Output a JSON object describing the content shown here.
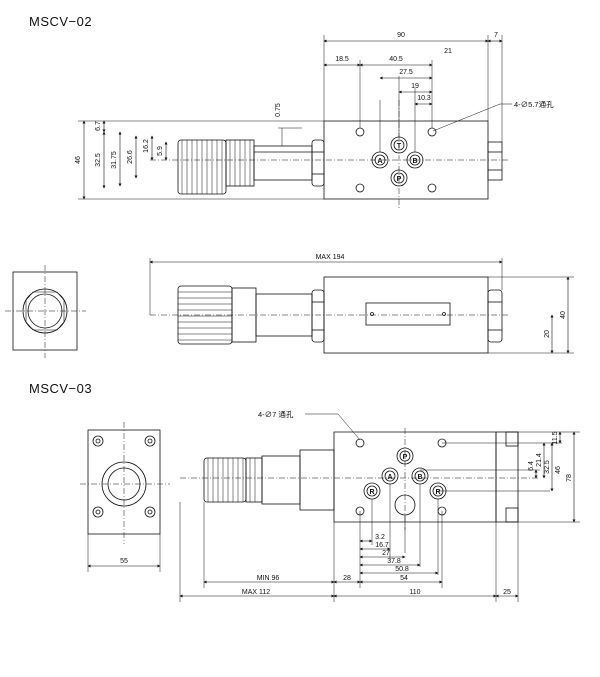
{
  "headings": {
    "mscv02": "MSCV−02",
    "mscv03": "MSCV−03"
  },
  "mscv02": {
    "top_dims": [
      "90",
      "7",
      "21",
      "18.5",
      "40.5",
      "27.5",
      "19",
      "10.3"
    ],
    "stem_dim": "0.75",
    "hole_note": "4-∅5.7通孔",
    "left_dims": [
      "46",
      "6.7",
      "32.5",
      "31.75",
      "26.6",
      "16.2",
      "5.9"
    ],
    "ports": [
      "T",
      "A",
      "B",
      "P"
    ],
    "max_length": "MAX 194",
    "right_dims": [
      "40",
      "20"
    ]
  },
  "mscv03": {
    "hole_note": "4-∅7 通孔",
    "ports": [
      "P",
      "A",
      "B",
      "R",
      "R"
    ],
    "right_dims": [
      "11.5",
      "6.4",
      "21.4",
      "32.5",
      "46",
      "78"
    ],
    "bottom_dims": [
      "3.2",
      "16.7",
      "27",
      "37.8",
      "50.8",
      "54"
    ],
    "side_width": "55",
    "min_label": "MIN 96",
    "dim_28": "28",
    "max_label": "MAX 112",
    "dim_110": "110",
    "dim_25": "25"
  }
}
